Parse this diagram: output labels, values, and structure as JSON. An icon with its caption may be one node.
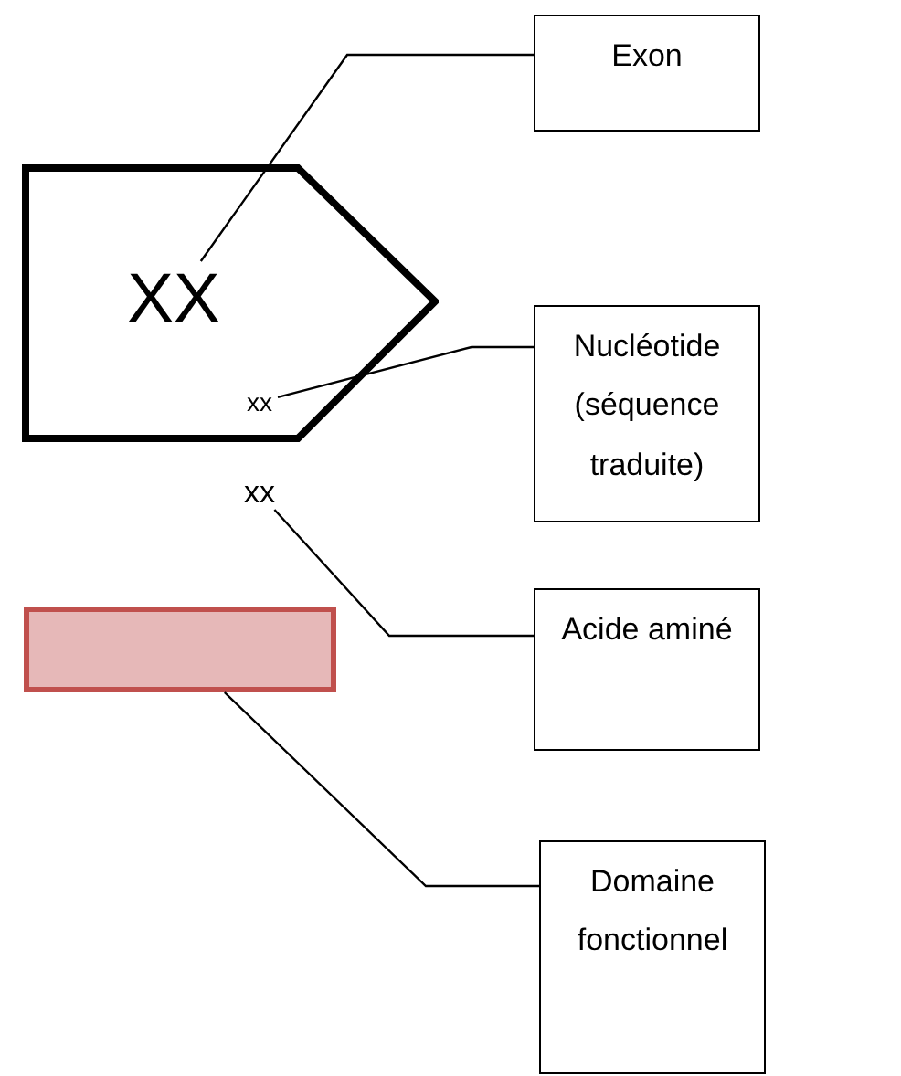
{
  "diagram": {
    "nodes": [
      {
        "text": [
          "Exon"
        ]
      },
      {
        "text": [],
        "shape": "pentagon"
      },
      {
        "text": [
          "XX"
        ],
        "in": 1
      },
      {
        "text": [
          "Nucléotide (séquence traduite)"
        ]
      },
      {
        "text": [
          "xx"
        ],
        "in": 1
      },
      {
        "text": [
          "xx"
        ]
      },
      {
        "text": [
          "Acide aminé"
        ]
      },
      {
        "text": [],
        "shape": "bar"
      },
      {
        "text": [
          "Domaine fonctionnel"
        ]
      }
    ],
    "edges": [
      {
        "from": 0,
        "to": 2,
        "arrow": "none"
      },
      {
        "from": 3,
        "to": 4,
        "arrow": "none"
      },
      {
        "from": 6,
        "to": 5,
        "arrow": "none"
      },
      {
        "from": 8,
        "to": 7,
        "arrow": "none"
      }
    ]
  }
}
